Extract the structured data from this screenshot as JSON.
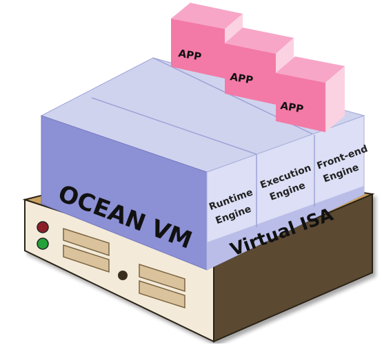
{
  "diagram": {
    "vm_label": "OCEAN VM",
    "virtual_isa_label": "Virtual ISA",
    "engines": {
      "runtime": [
        "Runtime",
        "Engine"
      ],
      "execution": [
        "Execution",
        "Engine"
      ],
      "frontend": [
        "Front-end",
        "Engine"
      ]
    },
    "apps": [
      "APP",
      "APP",
      "APP"
    ],
    "colors": {
      "server_top": "#c9a15f",
      "server_front": "#f3ead9",
      "server_side": "#5b4a33",
      "vm_front": "#8c90d4",
      "vm_top": "#cfd3ee",
      "vm_side": "#dcdff5",
      "isa_band": "#b9bde8",
      "app_front": "#f37aa6",
      "app_top": "#f7a6c7",
      "app_side": "#fbd2e1",
      "led_red": "#8a1f2a",
      "led_green": "#25a13a"
    }
  }
}
